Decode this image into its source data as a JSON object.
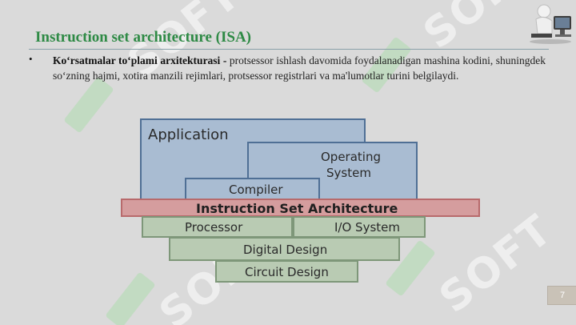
{
  "slide": {
    "title": "Instruction set architecture (ISA)",
    "bullet_symbol": "•",
    "term": "Ko‘rsatmalar to‘plami arxitekturasi -",
    "body": " protsessor ishlash davomida foydalanadigan mashina kodini, shuningdek so‘zning hajmi, xotira manzili rejimlari, protsessor registrlari va ma'lumotlar turini belgilaydi.",
    "page_number": "7",
    "watermark": "SOFT",
    "icon": "person-at-computer-icon"
  },
  "diagram": {
    "application": "Application",
    "operating_system_line1": "Operating",
    "operating_system_line2": "System",
    "compiler": "Compiler",
    "isa": "Instruction Set Architecture",
    "processor": "Processor",
    "io_system": "I/O System",
    "digital_design": "Digital Design",
    "circuit_design": "Circuit Design"
  },
  "colors": {
    "title": "#2e8a45",
    "software_fill": "#a9bcd2",
    "software_border": "#4f6f95",
    "isa_fill": "#d59d9e",
    "hardware_fill": "#b9cbb3"
  }
}
